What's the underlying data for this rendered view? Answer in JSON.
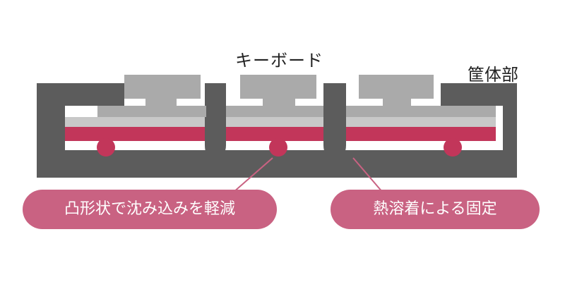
{
  "labels": {
    "keyboard": "キーボード",
    "housing": "筐体部"
  },
  "callouts": {
    "left": "凸形状で沈み込みを軽減",
    "right": "熱溶着による固定"
  },
  "colors": {
    "housing": "#5c5c5c",
    "keycap": "#aaaaaa",
    "membrane_layer": "#c8c8c8",
    "pcb_layer": "#c2365a",
    "callout": "#c96282",
    "callout_text": "#ffffff",
    "leader_line": "#c96282",
    "background": "#ffffff"
  }
}
